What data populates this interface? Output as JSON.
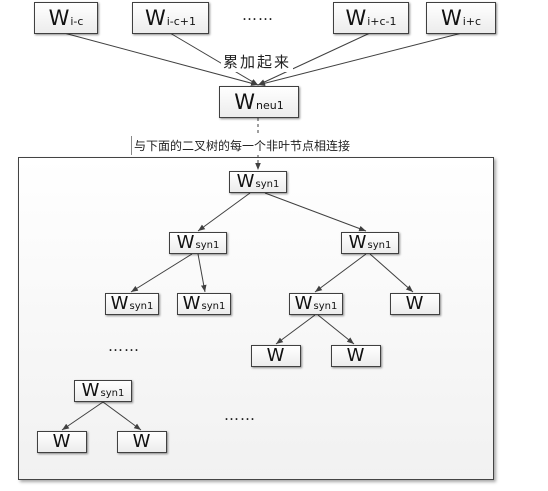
{
  "top_nodes": [
    {
      "base": "W",
      "sub": "i-c"
    },
    {
      "base": "W",
      "sub": "i-c+1"
    },
    {
      "base": "W",
      "sub": "i+c-1"
    },
    {
      "base": "W",
      "sub": "i+c"
    }
  ],
  "top_ellipsis": "……",
  "sum_label": "累加起来",
  "neu_node": {
    "base": "W",
    "sub": "neu1"
  },
  "connect_label": "与下面的二叉树的每一个非叶节点相连接",
  "tree": {
    "root": {
      "base": "W",
      "sub": "syn1"
    },
    "l1_left": {
      "base": "W",
      "sub": "syn1"
    },
    "l1_right": {
      "base": "W",
      "sub": "syn1"
    },
    "l2_ll": {
      "base": "W",
      "sub": "syn1"
    },
    "l2_lr": {
      "base": "W",
      "sub": "syn1"
    },
    "l2_rl": {
      "base": "W",
      "sub": "syn1"
    },
    "l2_rr": {
      "base": "W",
      "sub": ""
    },
    "l3_rll": {
      "base": "W",
      "sub": ""
    },
    "l3_rlr": {
      "base": "W",
      "sub": ""
    },
    "ellipsis_left": "……",
    "bottom_node": {
      "base": "W",
      "sub": "syn1"
    },
    "bottom_left_leaf": {
      "base": "W",
      "sub": ""
    },
    "bottom_right_leaf": {
      "base": "W",
      "sub": ""
    },
    "ellipsis_bottom": "……"
  },
  "colors": {
    "stroke": "#404040",
    "box_border": "#444444"
  }
}
